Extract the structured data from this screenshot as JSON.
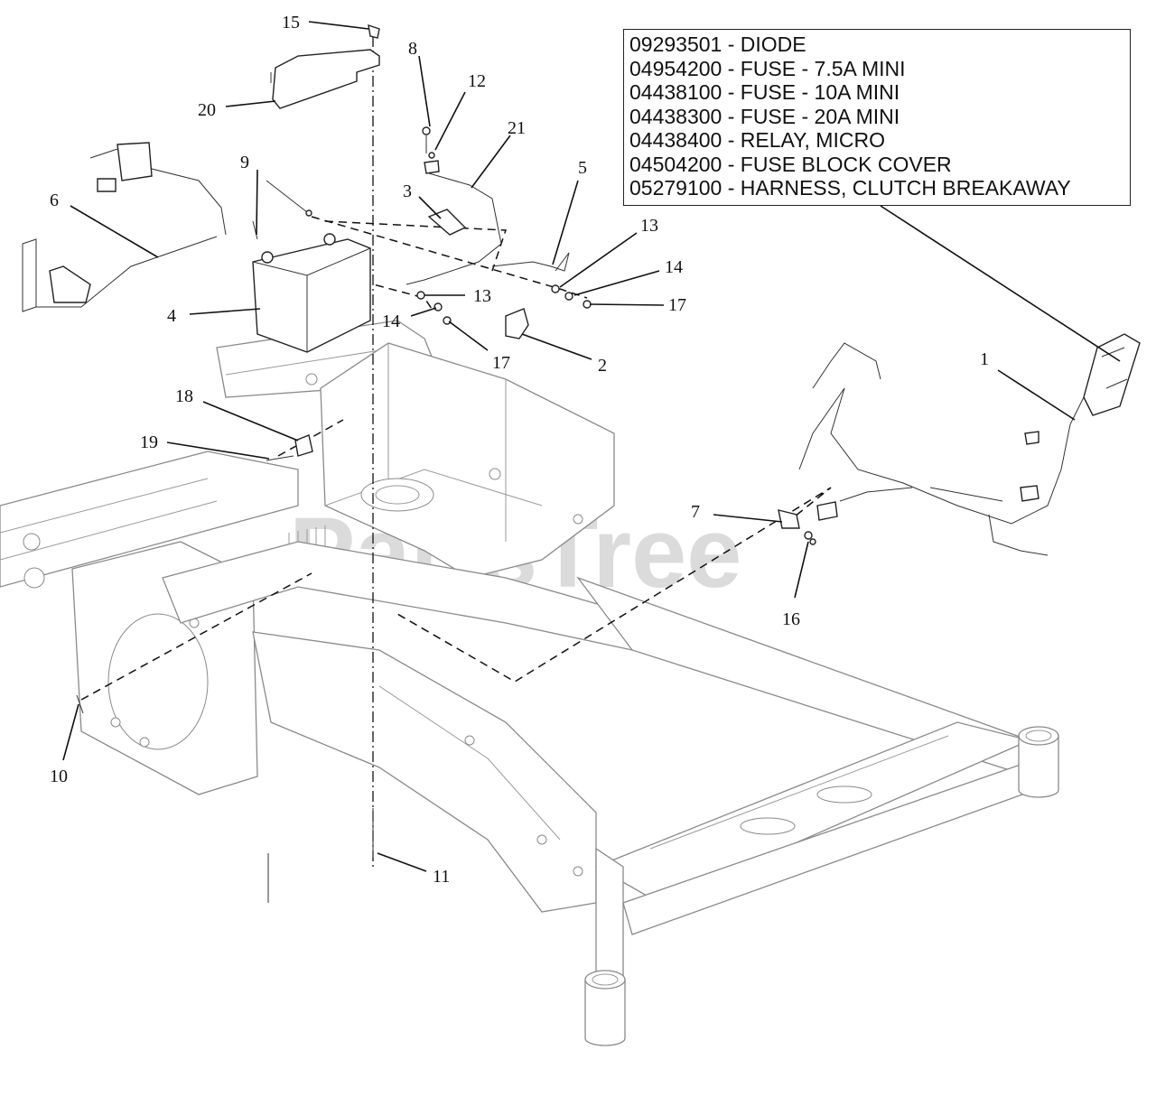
{
  "legend": [
    "09293501 - DIODE",
    "04954200 - FUSE - 7.5A MINI",
    "04438100 - FUSE - 10A MINI",
    "04438300 - FUSE - 20A MINI",
    "04438400 - RELAY, MICRO",
    "04504200 - FUSE BLOCK COVER",
    "05279100 - HARNESS, CLUTCH BREAKAWAY"
  ],
  "watermark": "PartsTree",
  "callouts": {
    "c1": "1",
    "c2": "2",
    "c3": "3",
    "c4": "4",
    "c5": "5",
    "c6": "6",
    "c7": "7",
    "c8": "8",
    "c9": "9",
    "c10": "10",
    "c11": "11",
    "c12": "12",
    "c13a": "13",
    "c13b": "13",
    "c14a": "14",
    "c14b": "14",
    "c15": "15",
    "c16": "16",
    "c17a": "17",
    "c17b": "17",
    "c18": "18",
    "c19": "19",
    "c20": "20",
    "c21": "21"
  }
}
